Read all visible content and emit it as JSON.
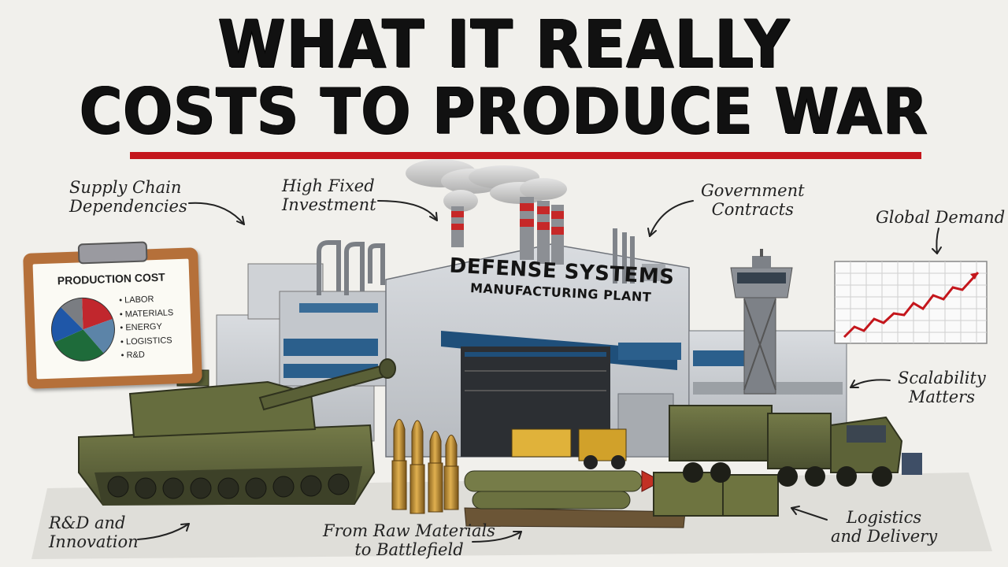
{
  "title": {
    "line1": "WHAT IT REALLY",
    "line2": "COSTS TO PRODUCE WAR"
  },
  "callouts": {
    "supply_chain": [
      "Supply Chain",
      "Dependencies"
    ],
    "fixed_investment": [
      "High Fixed",
      "Investment"
    ],
    "government": [
      "Government",
      "Contracts"
    ],
    "global_demand": "Global Demand",
    "scalability": [
      "Scalability",
      "Matters"
    ],
    "rnd": [
      "R&D and",
      "Innovation"
    ],
    "raw_materials": [
      "From Raw Materials",
      "to Battlefield"
    ],
    "logistics": [
      "Logistics",
      "and Delivery"
    ]
  },
  "clipboard": {
    "title": "PRODUCTION COST",
    "legend": [
      "LABOR",
      "MATERIALS",
      "ENERGY",
      "LOGISTICS",
      "R&D"
    ]
  },
  "plant_sign": {
    "line1": "DEFENSE SYSTEMS",
    "line2": "MANUFACTURING PLANT"
  },
  "colors": {
    "accent_red": "#c4161c",
    "military_green": "#5c6238",
    "building_grey": "#c9ccd0",
    "building_blue": "#1f4f7a"
  }
}
